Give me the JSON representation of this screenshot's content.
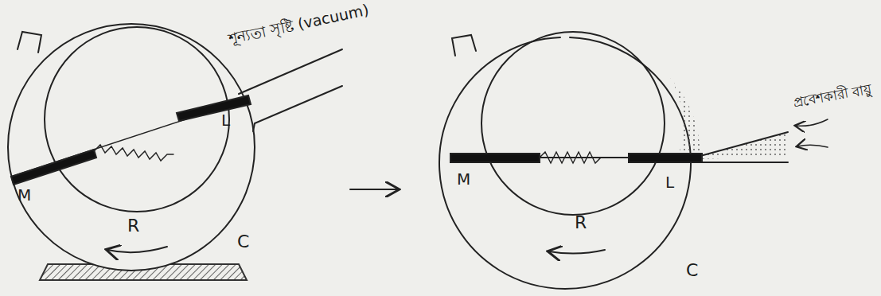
{
  "diagram": {
    "labels": [
      "শূন্যতা সৃষ্টি (vacuum)",
      "M",
      "L",
      "R",
      "C",
      "M",
      "R",
      "L",
      "C",
      "প্রবেশকারী বায়ু"
    ]
  }
}
